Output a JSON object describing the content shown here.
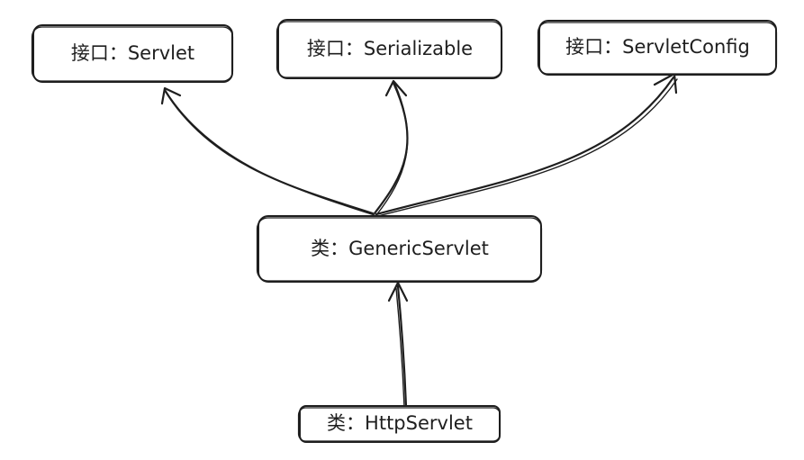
{
  "nodes": {
    "servlet": {
      "label": "接口：Servlet"
    },
    "serializable": {
      "label": "接口：Serializable"
    },
    "servlet_config": {
      "label": "接口：ServletConfig"
    },
    "generic_servlet": {
      "label": "类：GenericServlet"
    },
    "http_servlet": {
      "label": "类：HttpServlet"
    }
  },
  "edges": [
    {
      "from": "generic_servlet",
      "to": "servlet",
      "style": "arrow"
    },
    {
      "from": "generic_servlet",
      "to": "serializable",
      "style": "arrow"
    },
    {
      "from": "generic_servlet",
      "to": "servlet_config",
      "style": "arrow"
    },
    {
      "from": "http_servlet",
      "to": "generic_servlet",
      "style": "arrow"
    }
  ],
  "colors": {
    "stroke": "#1e1e1e",
    "background": "#ffffff"
  }
}
